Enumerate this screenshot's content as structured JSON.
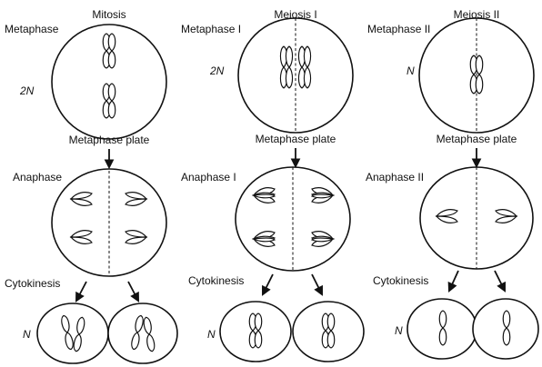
{
  "columns": [
    {
      "key": "mitosis",
      "title": "Mitosis",
      "metaphase_label": "Metaphase",
      "metaphase_ploidy": "2N",
      "plate_label": "Metaphase plate",
      "anaphase_label": "Anaphase",
      "cytokinesis_label": "Cytokinesis",
      "daughter_ploidy": "N"
    },
    {
      "key": "meiosis1",
      "title": "Meiosis I",
      "metaphase_label": "Metaphase I",
      "metaphase_ploidy": "2N",
      "plate_label": "Metaphase plate",
      "anaphase_label": "Anaphase I",
      "cytokinesis_label": "Cytokinesis",
      "daughter_ploidy": "N"
    },
    {
      "key": "meiosis2",
      "title": "Meiosis II",
      "metaphase_label": "Metaphase II",
      "metaphase_ploidy": "N",
      "plate_label": "Metaphase plate",
      "anaphase_label": "Anaphase II",
      "cytokinesis_label": "Cytokinesis",
      "daughter_ploidy": "N"
    }
  ]
}
